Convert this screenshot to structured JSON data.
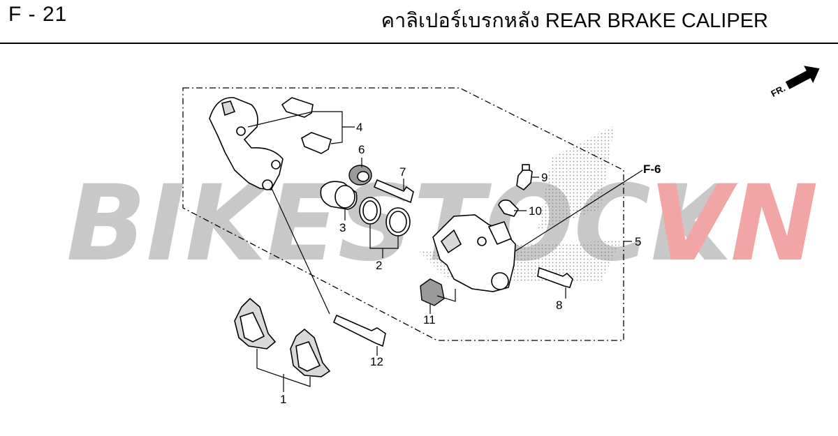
{
  "header": {
    "page_code": "F - 21",
    "title": "คาลิเปอร์เบรกหลัง  REAR BRAKE CALIPER"
  },
  "watermark": {
    "part1": "BIKESTOCK",
    "part2": "VN",
    "color1": "#c8c8c8",
    "color2": "#f2a5a5"
  },
  "direction_label": "FR.",
  "reference_label": "F-6",
  "callouts": [
    "1",
    "2",
    "3",
    "4",
    "5",
    "6",
    "7",
    "8",
    "9",
    "10",
    "11",
    "12"
  ]
}
